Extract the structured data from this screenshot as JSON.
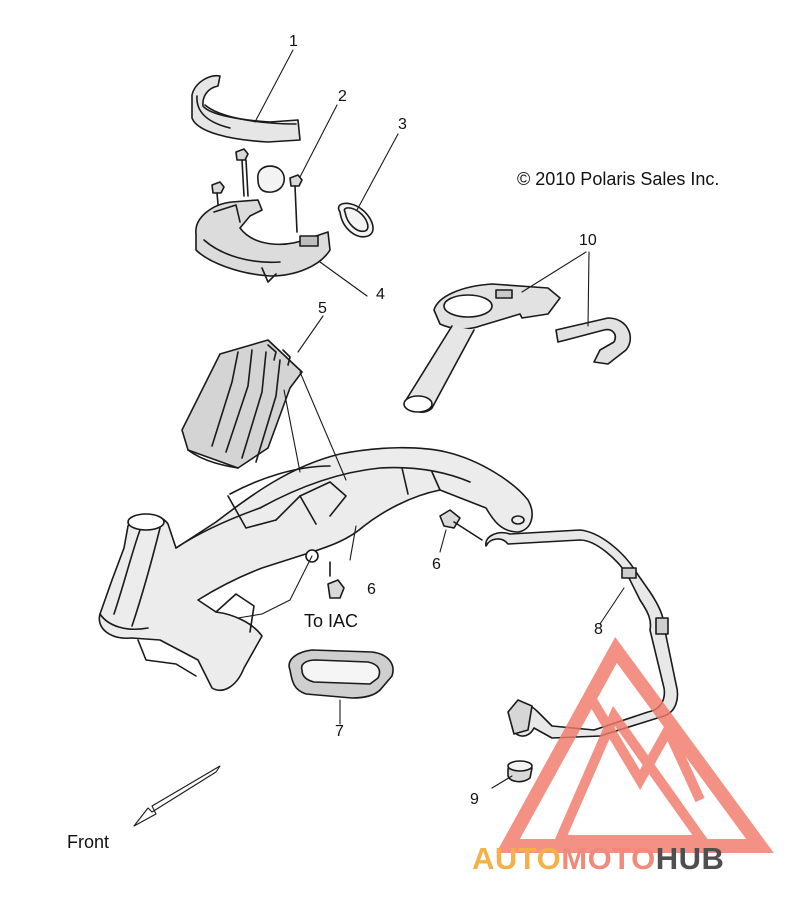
{
  "copyright": "© 2010 Polaris Sales Inc.",
  "callouts": [
    "1",
    "2",
    "3",
    "4",
    "5",
    "10",
    "6",
    "6",
    "8",
    "7",
    "9"
  ],
  "annotations": {
    "to_iac": "To IAC",
    "front": "Front"
  },
  "watermark": {
    "part1": "AUTO",
    "part2": "MOTO",
    "part3": "HUB",
    "color_auto": "#f2b24a",
    "color_moto": "#f08a7a",
    "color_hub": "#4f4f4f",
    "triangle_color": "#f07a6a"
  }
}
